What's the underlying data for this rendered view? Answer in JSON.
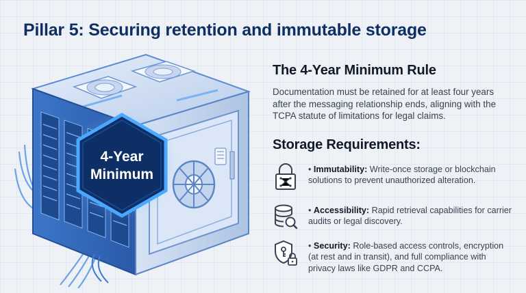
{
  "title": "Pillar 5: Securing retention and immutable storage",
  "badge": {
    "line1": "4-Year",
    "line2": "Minimum"
  },
  "rule": {
    "heading": "The 4-Year Minimum Rule",
    "body": "Documentation must be retained for at least four years after the messaging relationship ends, aligning with the TCPA statute of limitations for legal claims."
  },
  "storage": {
    "heading": "Storage Requirements:",
    "items": [
      {
        "icon": "padlock-network-icon",
        "bullet": "•",
        "label": "Immutability:",
        "text": "Write-once storage or blockchain solutions to prevent unauthorized alteration."
      },
      {
        "icon": "database-search-icon",
        "bullet": "•",
        "label": "Accessibility:",
        "text": "Rapid retrieval capabilities for carrier audits or legal discovery."
      },
      {
        "icon": "shield-lock-icon",
        "bullet": "•",
        "label": "Security:",
        "text": "Role-based access controls, encryption (at rest and in transit), and full compliance with privacy laws like GDPR and CCPA."
      }
    ]
  },
  "colors": {
    "title": "#0f2e63",
    "accent": "#1f6fd6",
    "badge_fill": "#0d2f66"
  }
}
